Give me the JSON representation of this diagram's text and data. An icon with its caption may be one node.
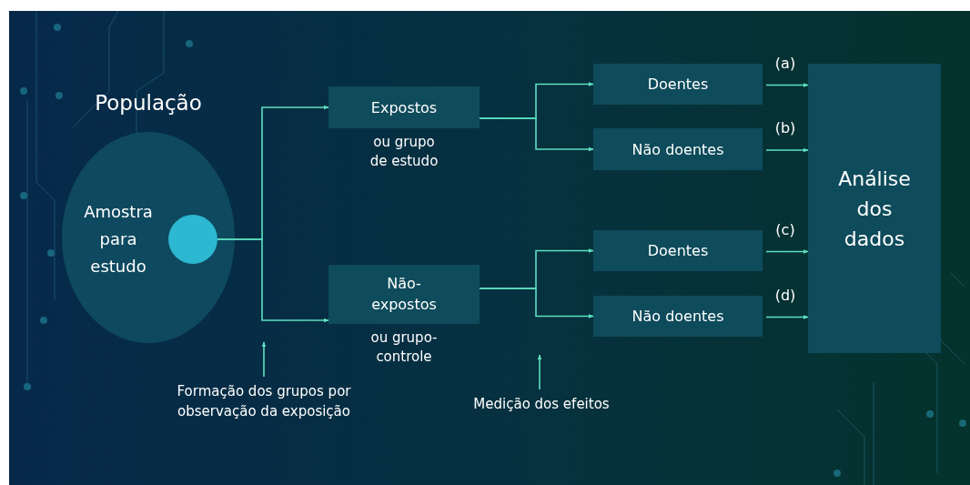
{
  "diagram": {
    "nodes": [
      {
        "text": [
          "População",
          "Amostra para estudo"
        ]
      },
      {
        "text": [],
        "shape": "circle",
        "in": 0
      },
      {
        "text": [
          "Expostos"
        ],
        "beside": [
          "ou grupo de estudo"
        ]
      },
      {
        "text": [
          "Não-expostos"
        ],
        "beside": [
          "ou grupo-controle"
        ]
      },
      {
        "text": [
          "Doentes"
        ]
      },
      {
        "text": [
          "Não doentes"
        ]
      },
      {
        "text": [
          "Doentes"
        ]
      },
      {
        "text": [
          "Não doentes"
        ]
      },
      {
        "text": [
          "Análise dos dados"
        ]
      },
      {
        "text": [
          "Formação dos grupos por observação da exposição"
        ]
      },
      {
        "text": [
          "Medição dos efeitos"
        ]
      }
    ],
    "edges": [
      {
        "from": 1,
        "to": 2,
        "arrow": "to"
      },
      {
        "from": 1,
        "to": 3,
        "arrow": "to"
      },
      {
        "from": 2,
        "to": 4,
        "arrow": "to"
      },
      {
        "from": 2,
        "to": 5,
        "arrow": "to"
      },
      {
        "from": 3,
        "to": 6,
        "arrow": "to"
      },
      {
        "from": 3,
        "to": 7,
        "arrow": "to"
      },
      {
        "from": 4,
        "to": 8,
        "arrow": "to",
        "label": "(a)"
      },
      {
        "from": 5,
        "to": 8,
        "arrow": "to",
        "label": "(b)"
      },
      {
        "from": 6,
        "to": 8,
        "arrow": "to",
        "label": "(c)"
      },
      {
        "from": 7,
        "to": 8,
        "arrow": "to",
        "label": "(d)"
      },
      {
        "from": 9,
        "to": null,
        "arrow": "to"
      },
      {
        "from": 10,
        "to": null,
        "arrow": "to"
      }
    ]
  }
}
